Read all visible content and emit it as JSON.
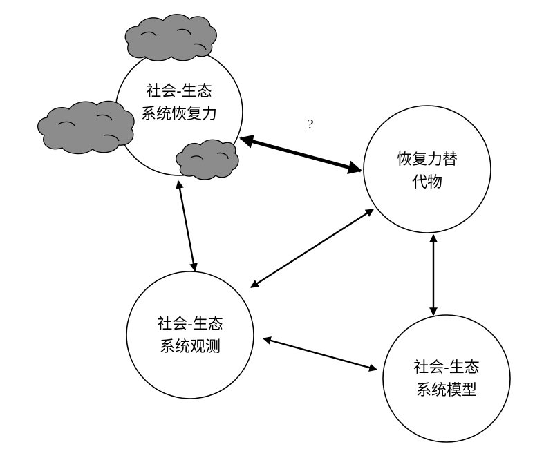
{
  "diagram": {
    "nodes": [
      {
        "id": "resilience",
        "lines": [
          "社会-生态",
          "系统恢复力"
        ],
        "has_clouds": true
      },
      {
        "id": "surrogates",
        "lines": [
          "恢复力替",
          "代物"
        ]
      },
      {
        "id": "observation",
        "lines": [
          "社会-生态",
          "系统观测"
        ]
      },
      {
        "id": "model",
        "lines": [
          "社会-生态",
          "系统模型"
        ]
      }
    ],
    "edges": [
      {
        "from": "resilience",
        "to": "surrogates",
        "style": "bold",
        "bidirectional": true,
        "label": "?"
      },
      {
        "from": "resilience",
        "to": "observation",
        "style": "normal",
        "bidirectional": true
      },
      {
        "from": "surrogates",
        "to": "observation",
        "style": "normal",
        "bidirectional": true
      },
      {
        "from": "surrogates",
        "to": "model",
        "style": "normal",
        "bidirectional": true
      },
      {
        "from": "observation",
        "to": "model",
        "style": "normal",
        "bidirectional": true
      }
    ],
    "colors": {
      "cloud_fill": "#8c8c8c",
      "stroke": "#000000",
      "node_fill": "#ffffff"
    }
  }
}
